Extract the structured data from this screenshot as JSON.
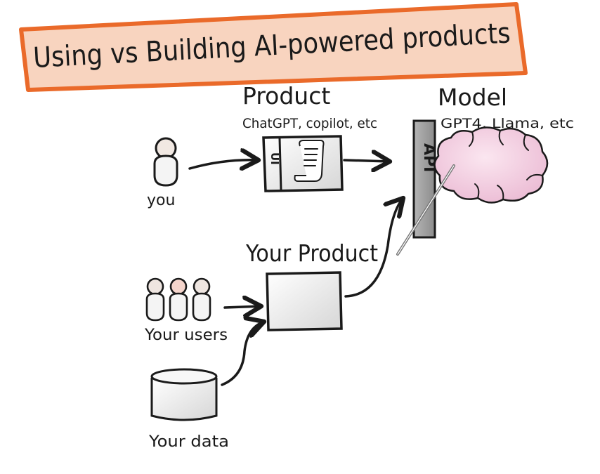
{
  "title": "Using vs Building AI-powered products",
  "product": {
    "heading": "Product",
    "examples": "ChatGPT, copilot, etc",
    "ui_label": "UI"
  },
  "model": {
    "heading": "Model",
    "examples": "GPT4, Llama, etc"
  },
  "api_label": "API",
  "you_label": "you",
  "your_product": {
    "heading": "Your Product"
  },
  "your_users_label": "Your users",
  "your_data_label": "Your data",
  "colors": {
    "banner_fill": "#f8d4bf",
    "banner_border": "#ea6a2a",
    "brain": "#f2c9df",
    "box": "#dcdcdc"
  }
}
